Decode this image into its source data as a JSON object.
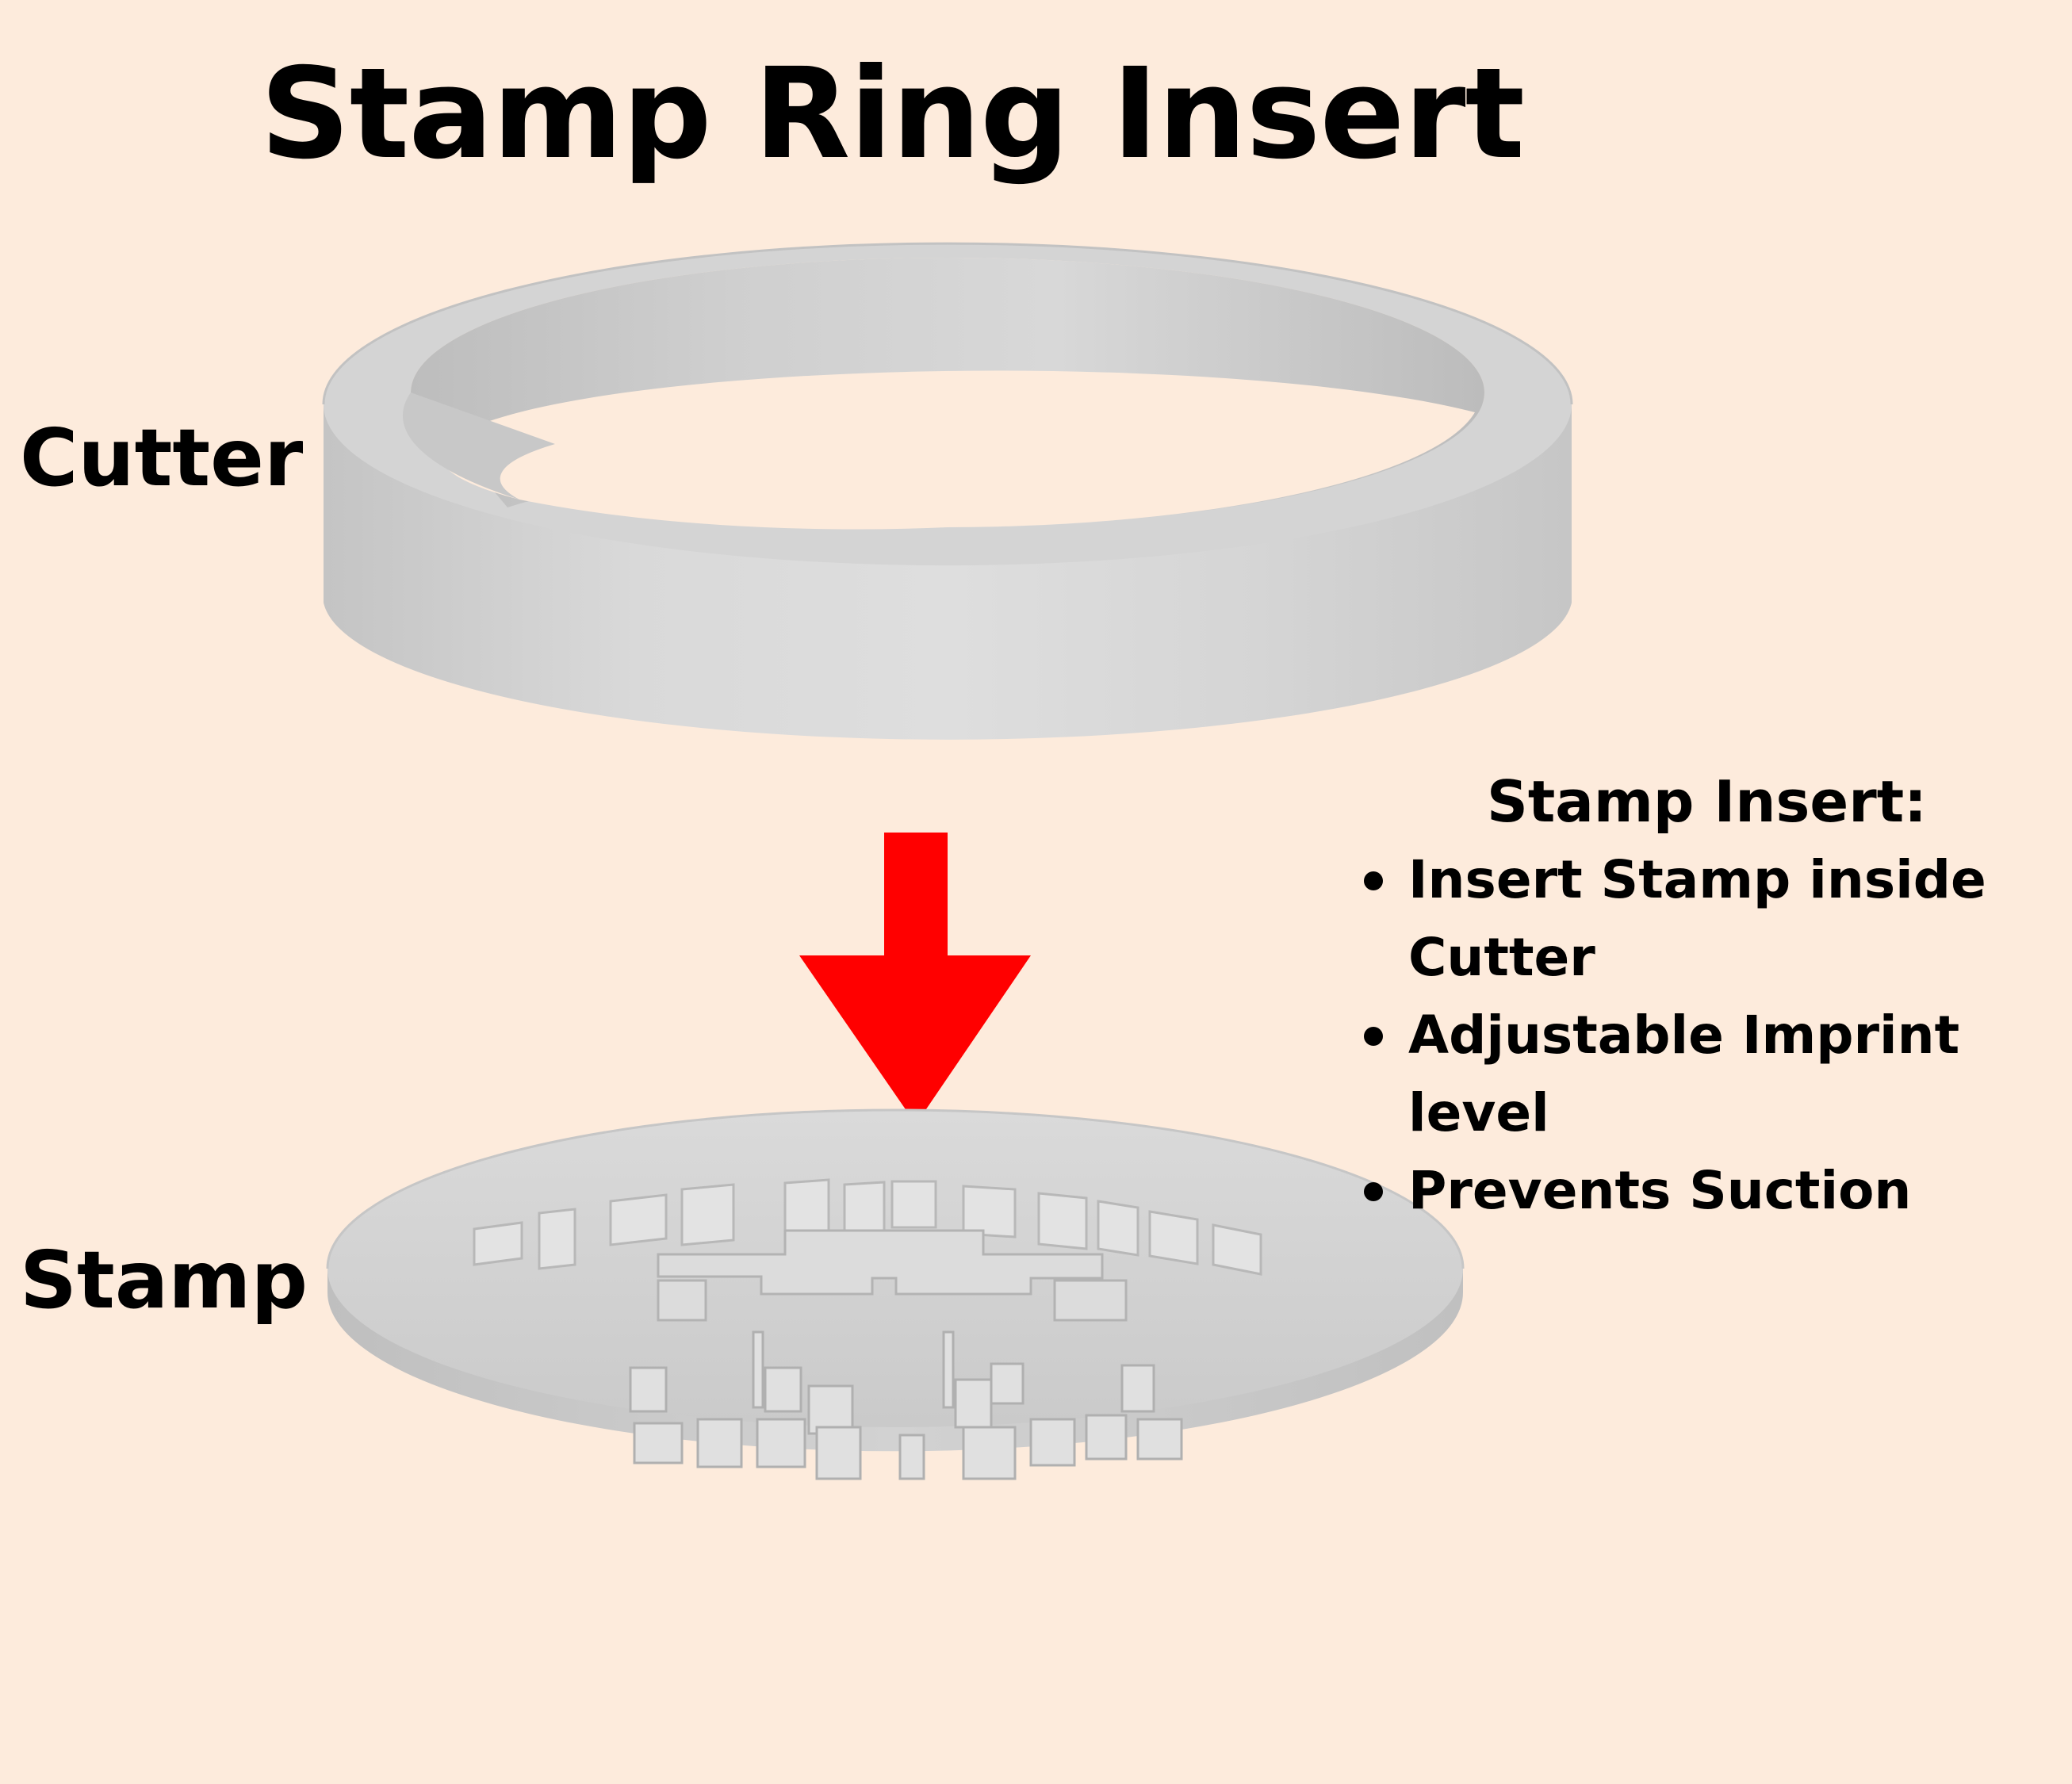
{
  "title": "Stamp Ring Insert",
  "parts": {
    "cutter_label": "Cutter",
    "stamp_label": "Stamp"
  },
  "info": {
    "heading": "Stamp Insert:",
    "items": [
      "Insert Stamp inside Cutter",
      "Adjustable Imprint level",
      "Prevents Suction"
    ]
  },
  "colors": {
    "background": "#fdebdc",
    "arrow": "#ff0000",
    "model_grey": "#d6d6d6"
  }
}
